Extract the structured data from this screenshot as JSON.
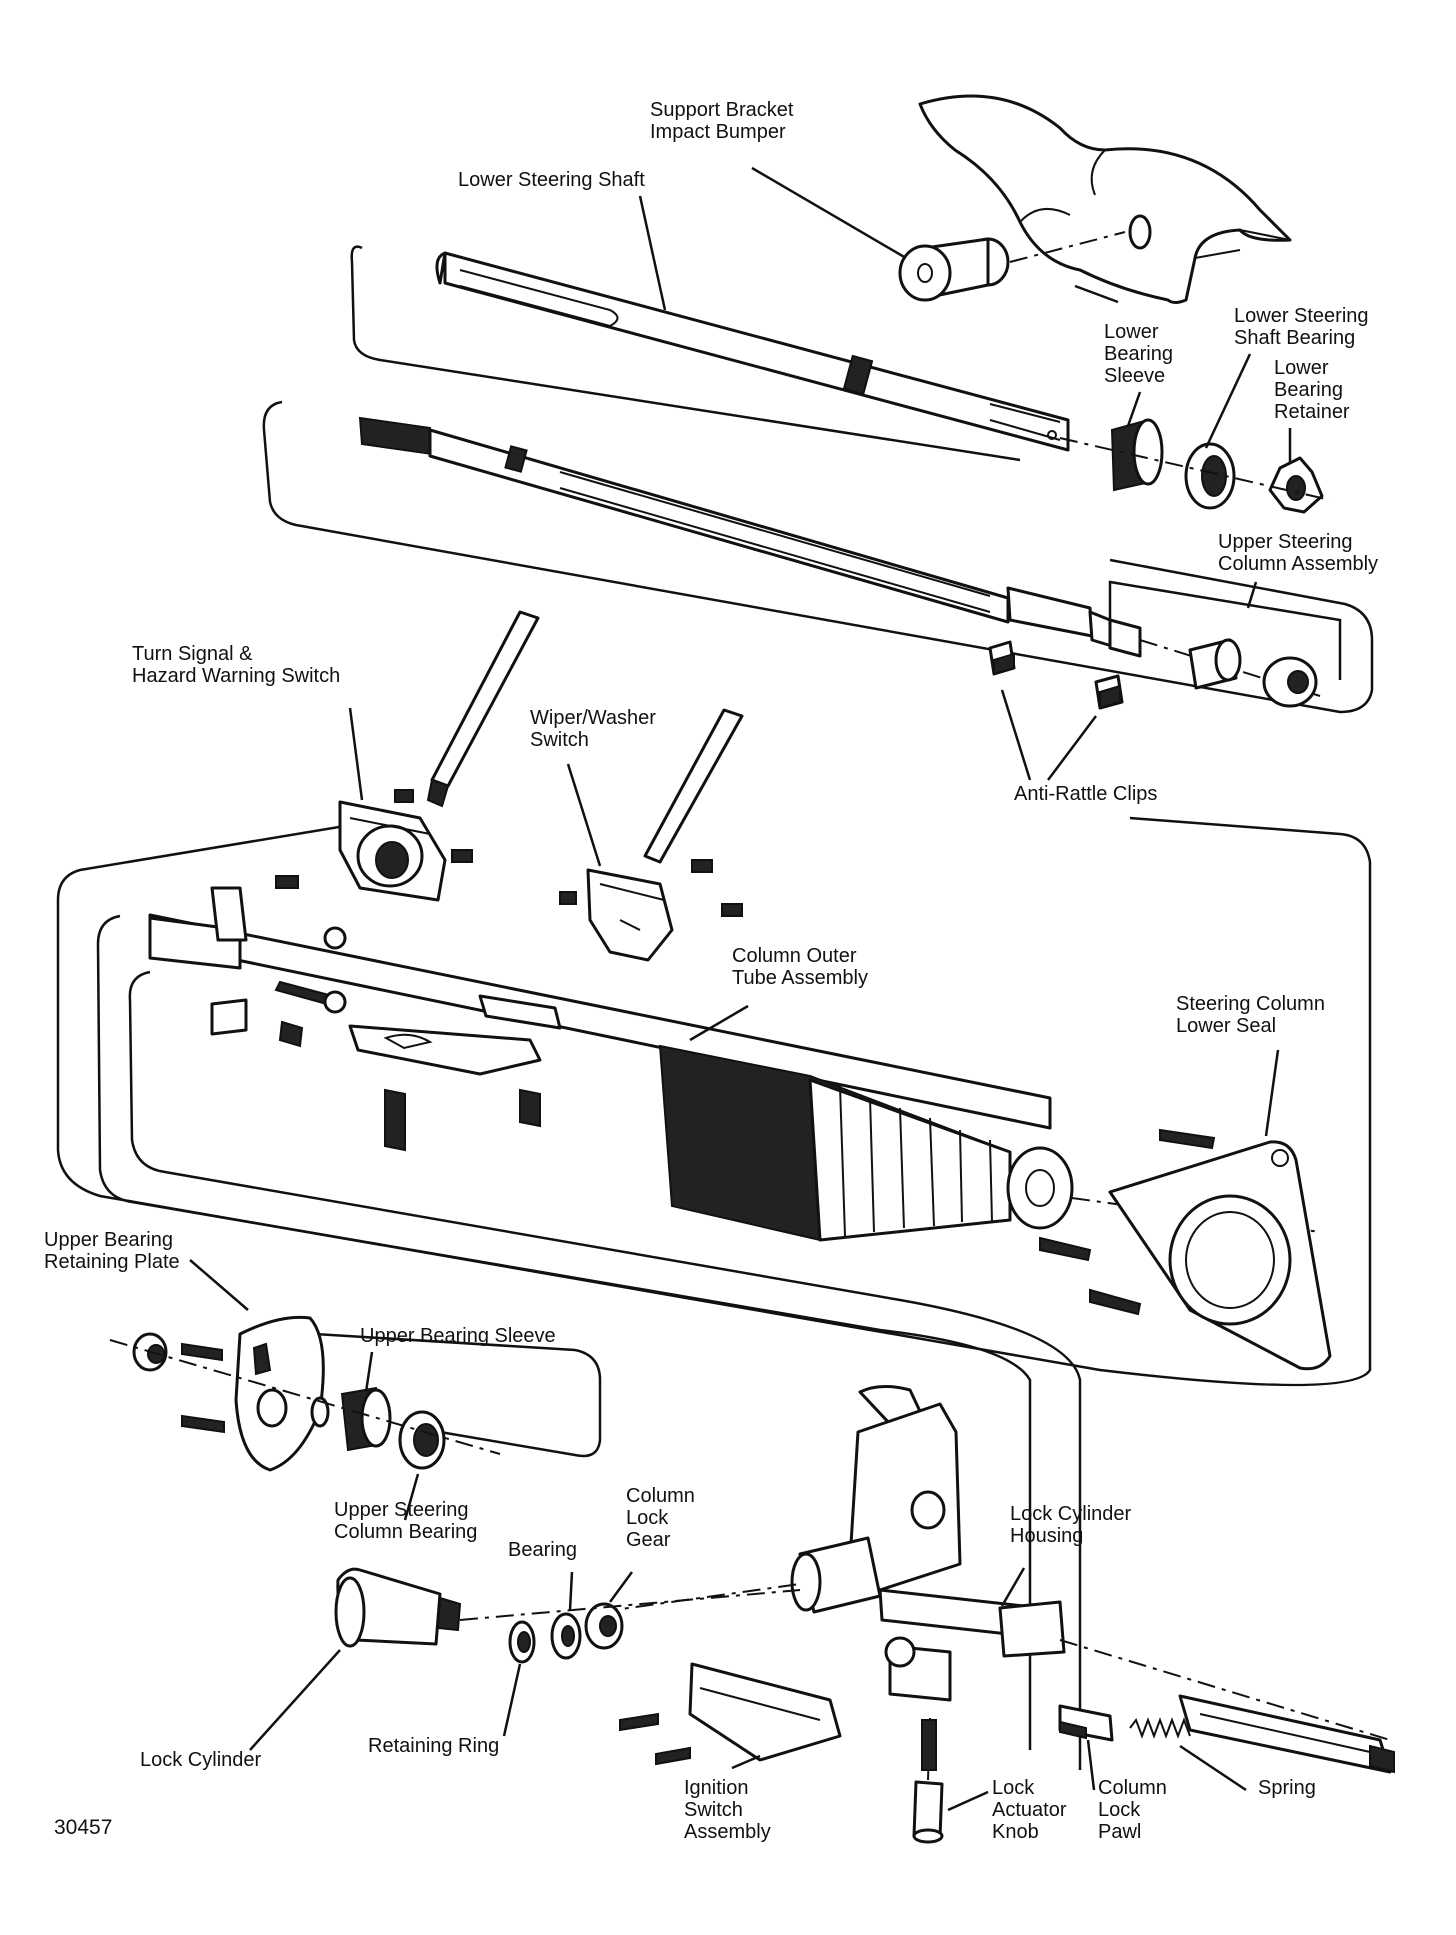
{
  "figure_number": "30457",
  "labels": {
    "support_bracket": [
      "Support Bracket",
      "Impact Bumper"
    ],
    "lower_steering_shaft": [
      "Lower Steering Shaft"
    ],
    "lower_bearing_sleeve": [
      "Lower",
      "Bearing",
      "Sleeve"
    ],
    "lower_steering_shaft_bearing": [
      "Lower Steering",
      "Shaft Bearing"
    ],
    "lower_bearing_retainer": [
      "Lower",
      "Bearing",
      "Retainer"
    ],
    "upper_steering_column_assembly": [
      "Upper Steering",
      "Column Assembly"
    ],
    "anti_rattle_clips": [
      "Anti-Rattle Clips"
    ],
    "turn_signal_switch": [
      "Turn Signal &",
      "Hazard Warning Switch"
    ],
    "wiper_washer_switch": [
      "Wiper/Washer",
      "Switch"
    ],
    "column_outer_tube": [
      "Column Outer",
      "Tube Assembly"
    ],
    "steering_column_lower_seal": [
      "Steering Column",
      "Lower Seal"
    ],
    "upper_bearing_retaining_plate": [
      "Upper Bearing",
      "Retaining Plate"
    ],
    "upper_bearing_sleeve": [
      "Upper Bearing Sleeve"
    ],
    "upper_steering_column_bearing": [
      "Upper Steering",
      "Column Bearing"
    ],
    "column_lock_gear": [
      "Column",
      "Lock",
      "Gear"
    ],
    "bearing": [
      "Bearing"
    ],
    "lock_cylinder_housing": [
      "Lock Cylinder",
      "Housing"
    ],
    "lock_cylinder": [
      "Lock Cylinder"
    ],
    "retaining_ring": [
      "Retaining Ring"
    ],
    "ignition_switch_assembly": [
      "Ignition",
      "Switch",
      "Assembly"
    ],
    "lock_actuator_knob": [
      "Lock",
      "Actuator",
      "Knob"
    ],
    "column_lock_pawl": [
      "Column",
      "Lock",
      "Pawl"
    ],
    "spring": [
      "Spring"
    ]
  }
}
